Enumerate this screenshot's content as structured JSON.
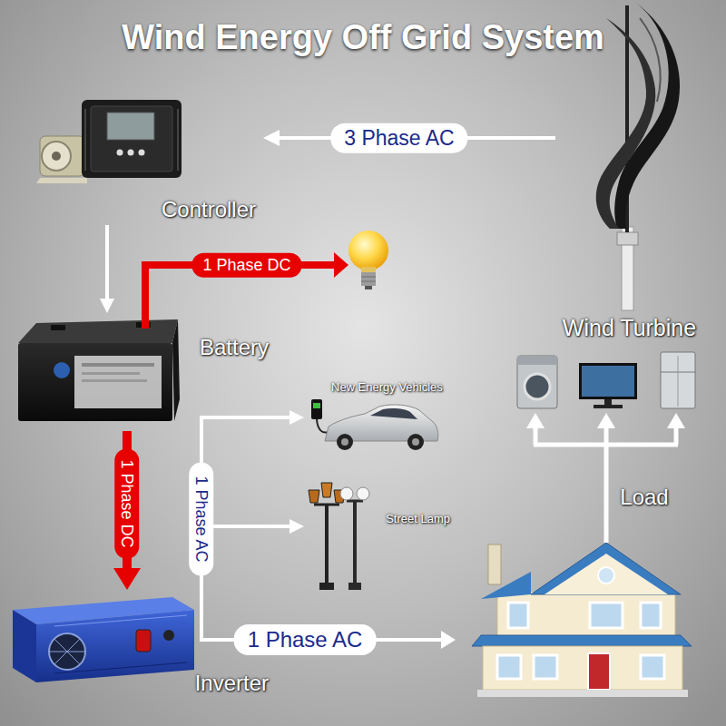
{
  "diagram": {
    "title": "Wind Energy Off Grid System",
    "nodes": [
      {
        "text": [
          "Wind Turbine"
        ]
      },
      {
        "text": [
          "Controller"
        ]
      },
      {
        "text": [
          "Battery"
        ]
      },
      {
        "text": [
          "New Energy Vehicles"
        ]
      },
      {
        "text": [
          "Street Lamp"
        ]
      },
      {
        "text": [
          "Inverter"
        ]
      }
    ],
    "edges": [
      {
        "from": 0,
        "to": 1,
        "label": "3 Phase AC",
        "arrow": "to"
      },
      {
        "from": 1,
        "to": 2,
        "arrow": "to"
      },
      {
        "from": 2,
        "to": 5,
        "label": "1 Phase DC",
        "arrow": "to"
      },
      {
        "from": 5,
        "to": 3,
        "label": "1 Phase AC",
        "arrow": "to"
      },
      {
        "from": 5,
        "to": 4,
        "arrow": "to"
      }
    ],
    "labels": [
      "1 Phase DC",
      "Load",
      "1 Phase AC"
    ]
  }
}
